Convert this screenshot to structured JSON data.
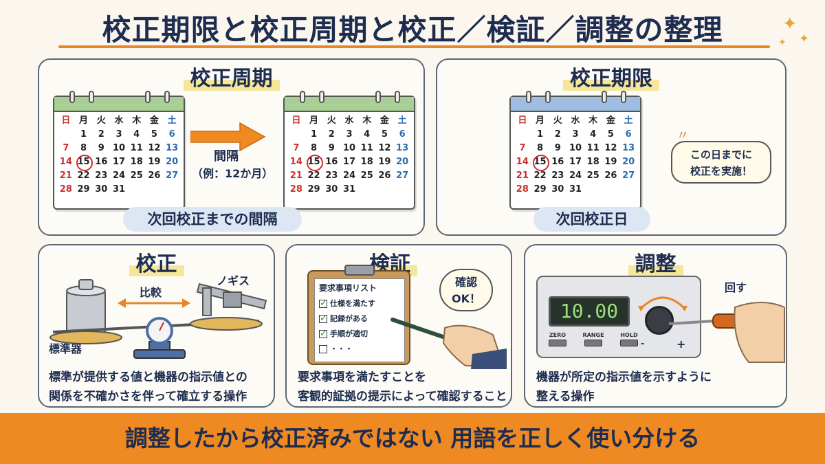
{
  "title": "校正期限と校正周期と校正／検証／調整の整理",
  "panels": {
    "cycle": {
      "title": "校正周期",
      "interval_label": "間隔",
      "interval_example": "（例：12か月）",
      "caption": "次回校正までの間隔"
    },
    "deadline": {
      "title": "校正期限",
      "bubble_line1": "この日までに",
      "bubble_line2": "校正を実施！",
      "caption": "次回校正日"
    },
    "calibration": {
      "title": "校正",
      "compare_label": "比較",
      "standard_label": "標準器",
      "caliper_label": "ノギス",
      "desc_line1": "標準が提供する値と機器の指示値との",
      "desc_line2": "関係を不確かさを伴って確立する操作"
    },
    "verification": {
      "title": "検証",
      "checklist_title": "要求事項リスト",
      "checklist_items": [
        "仕様を満たす",
        "記録がある",
        "手順が適切",
        "・・・"
      ],
      "bubble_line1": "確認",
      "bubble_line2": "OK！",
      "desc_line1": "要求事項を満たすことを",
      "desc_line2": "客観的証拠の提示によって確認すること"
    },
    "adjustment": {
      "title": "調整",
      "display_value": "10.00",
      "buttons": [
        "ZERO",
        "RANGE",
        "HOLD"
      ],
      "turn_label": "回す",
      "minus": "-",
      "plus": "+",
      "desc_line1": "機器が所定の指示値を示すように",
      "desc_line2": "整える操作"
    }
  },
  "calendar": {
    "weekdays": [
      "日",
      "月",
      "火",
      "水",
      "木",
      "金",
      "土"
    ],
    "rows": [
      [
        "",
        "1",
        "2",
        "3",
        "4",
        "5",
        "6"
      ],
      [
        "7",
        "8",
        "9",
        "10",
        "11",
        "12",
        "13"
      ],
      [
        "14",
        "15",
        "16",
        "17",
        "18",
        "19",
        "20"
      ],
      [
        "21",
        "22",
        "23",
        "24",
        "25",
        "26",
        "27"
      ],
      [
        "28",
        "29",
        "30",
        "31",
        "",
        "",
        ""
      ]
    ],
    "highlight_day": "15"
  },
  "footer": "調整したから校正済みではない 用語を正しく使い分ける",
  "colors": {
    "accent_orange": "#ef8a23",
    "green_header": "#a9cf96",
    "blue_header": "#9fbde0",
    "circle_red": "#d02a2a"
  }
}
